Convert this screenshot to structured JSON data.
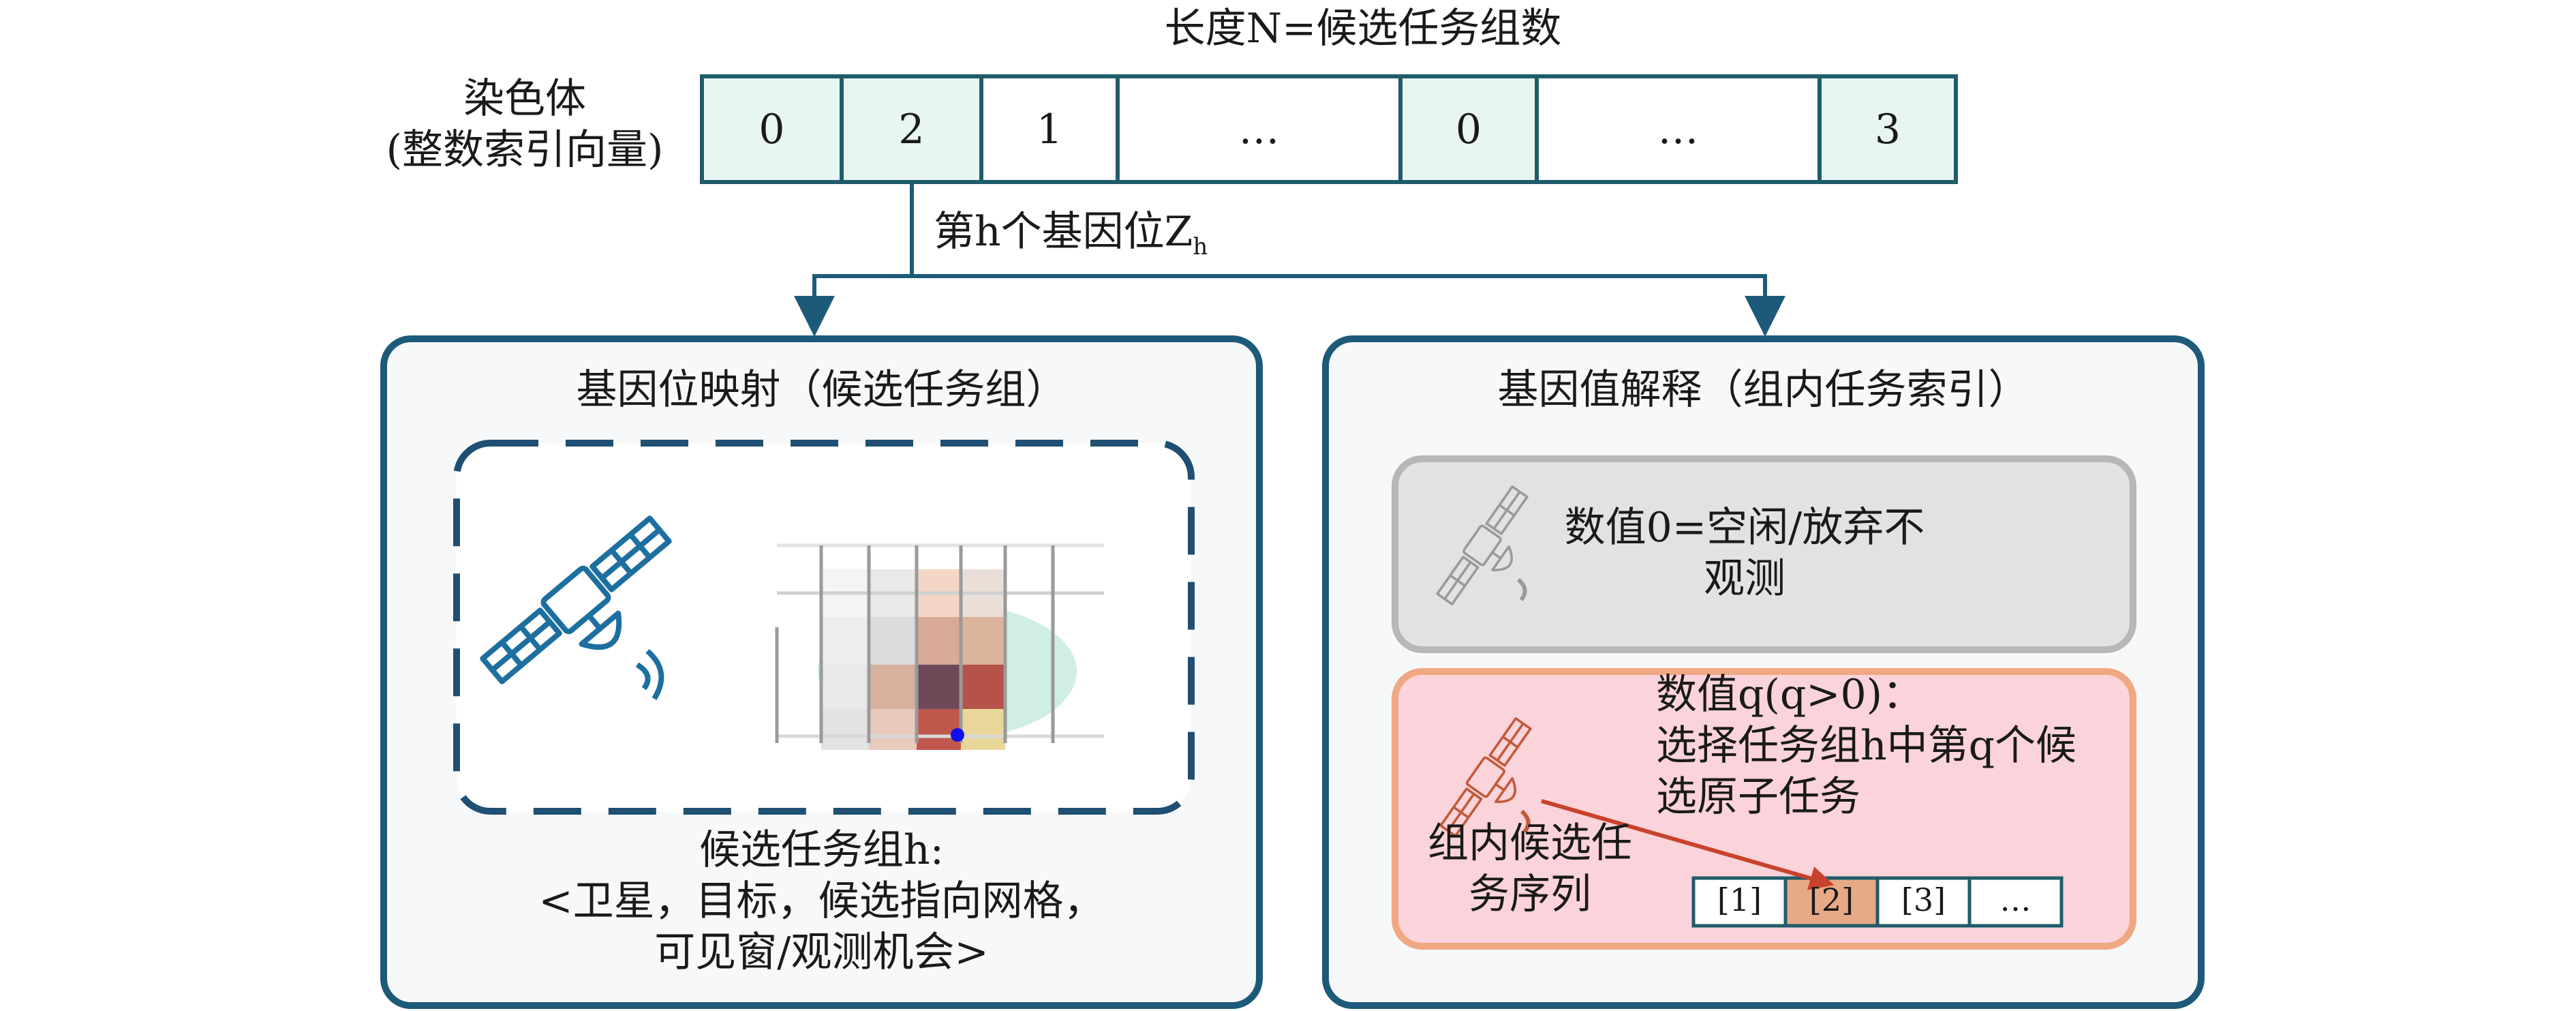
{
  "header": {
    "length_label": "长度N=候选任务组数",
    "chromosome_label_line1": "染色体",
    "chromosome_label_line2": "(整数索引向量)"
  },
  "chromosome": {
    "genes": [
      "0",
      "2",
      "1",
      "…",
      "0",
      "…",
      "3"
    ],
    "gene_h_label": "第h个基因位Z",
    "gene_h_subscript": "h"
  },
  "left_panel": {
    "title": "基因位映射（候选任务组）",
    "caption_line1": "候选任务组h:",
    "caption_line2": "<卫星，目标，候选指向网格，",
    "caption_line3": "可见窗/观测机会>"
  },
  "right_panel": {
    "title": "基因值解释（组内任务索引）",
    "idle_box": {
      "line1": "数值0=空闲/放弃不",
      "line2": "观测"
    },
    "select_box": {
      "line1": "数值q(q>0)：",
      "line2": "选择任务组h中第q个候",
      "line3": "选原子任务",
      "sequence_label_line1": "组内候选任",
      "sequence_label_line2": "务序列",
      "sequence_items": [
        "[1]",
        "[2]",
        "[3]",
        "…"
      ]
    }
  },
  "colors": {
    "teal_border": "#1f5c6b",
    "panel_border": "#1d5a7a",
    "gene_fill": "#e8f6f1",
    "idle_fill": "#e2e2e2",
    "select_fill": "#fbd3da",
    "select_border": "#f0a882",
    "highlight_fill": "#e8a987",
    "arrow_red": "#c8422c"
  },
  "icons": [
    "satellite-icon",
    "grid-heatmap-icon",
    "satellite-gray-icon",
    "satellite-orange-icon"
  ]
}
